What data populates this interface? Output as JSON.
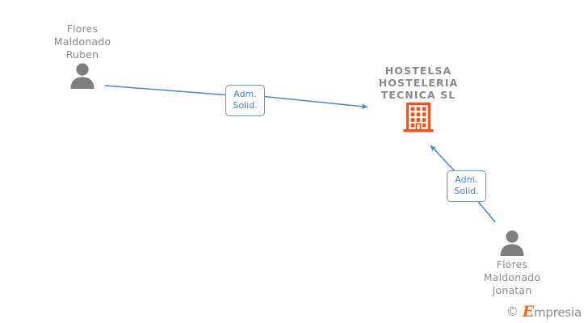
{
  "diagram": {
    "background_color": "#ffffff",
    "company": {
      "name": "HOSTELSA\nHOSTELERIA\nTECNICA  SL",
      "icon": "building-icon",
      "icon_color": "#f4511e"
    },
    "persons": [
      {
        "id": "person-top-left",
        "name": "Flores\nMaldonado\nRuben",
        "icon": "person-icon",
        "icon_color": "#7f7f7f"
      },
      {
        "id": "person-bottom-right",
        "name": "Flores\nMaldonado\nJonatan",
        "icon": "person-icon",
        "icon_color": "#7f7f7f"
      }
    ],
    "relations": [
      {
        "id": "relation-ruben",
        "label": "Adm.\nSolid.",
        "from": "person-top-left",
        "to": "company",
        "line_color": "#4a86c8"
      },
      {
        "id": "relation-jonatan",
        "label": "Adm.\nSolid.",
        "from": "person-bottom-right",
        "to": "company",
        "line_color": "#4a86c8"
      }
    ]
  },
  "watermark": {
    "copyright": "©",
    "brand_initial": "E",
    "brand_rest": "mpresia",
    "brand_color": "#f26c1f"
  }
}
